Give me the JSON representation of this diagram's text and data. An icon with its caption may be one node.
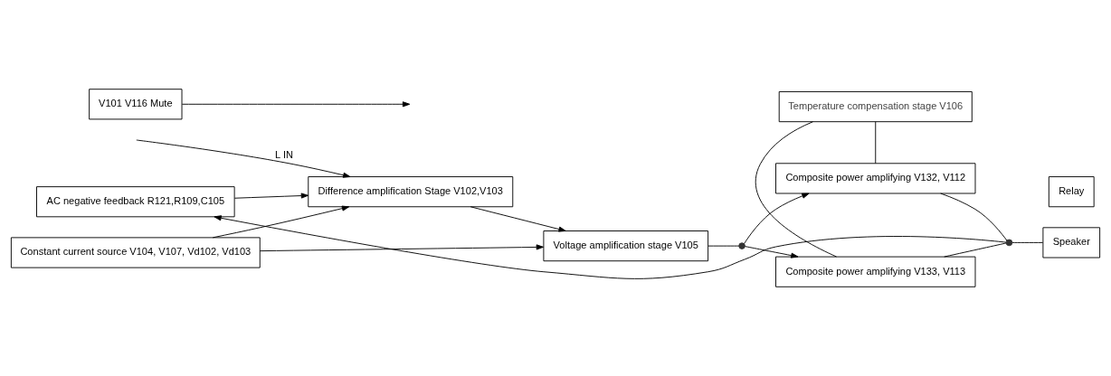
{
  "diagram": {
    "nodes": [
      {
        "text": [
          "AC negative feedback R121,R109,C105"
        ]
      },
      {
        "text": [
          "Difference amplification Stage V102,V103"
        ]
      },
      {
        "text": [
          "Voltage amplification stage V105"
        ]
      },
      {
        "text": [
          "Composite power amplifying V132, V112"
        ]
      },
      {
        "text": [
          "Temperature compensation stage V106"
        ]
      },
      {
        "text": [
          "Composite power amplifying V133, V113"
        ]
      },
      {
        "text": [
          "V101 V116 Mute"
        ]
      },
      {
        "text": [
          "Constant current source V104, V107, Vd102, Vd103"
        ]
      },
      {
        "text": [
          "Speaker"
        ]
      },
      {
        "text": [
          "Relay"
        ]
      },
      {
        "text": [],
        "shape": "circle"
      },
      {
        "text": [],
        "shape": "circle"
      }
    ],
    "edges": [
      {
        "from": null,
        "to": 1,
        "arrow": "to",
        "label": "L IN"
      },
      {
        "from": 6,
        "to": null,
        "arrow": "to"
      },
      {
        "from": 0,
        "to": 1,
        "arrow": "to"
      },
      {
        "from": 1,
        "to": 2,
        "arrow": "to"
      },
      {
        "from": 7,
        "to": 1,
        "arrow": "to"
      },
      {
        "from": 7,
        "to": 2,
        "arrow": "to"
      },
      {
        "from": 2,
        "to": 10,
        "arrow": "none"
      },
      {
        "from": 10,
        "to": 3,
        "arrow": "to"
      },
      {
        "from": 10,
        "to": 5,
        "arrow": "to"
      },
      {
        "from": 3,
        "to": 4,
        "arrow": "none"
      },
      {
        "from": 4,
        "to": 5,
        "arrow": "none"
      },
      {
        "from": 3,
        "to": 11,
        "arrow": "none"
      },
      {
        "from": 5,
        "to": 11,
        "arrow": "none"
      },
      {
        "from": 11,
        "to": 0,
        "arrow": "to"
      },
      {
        "from": 11,
        "to": 8,
        "arrow": "none"
      }
    ]
  }
}
